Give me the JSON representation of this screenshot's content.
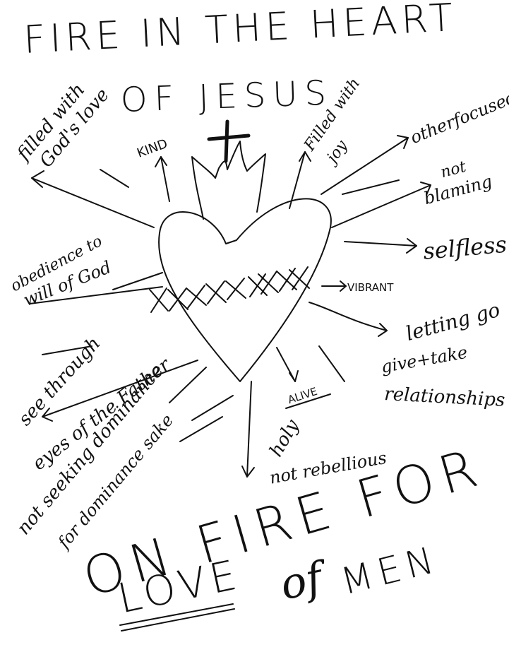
{
  "title": {
    "line1": "FIRE   IN   THE  HEART",
    "line2": "OF  JESUS"
  },
  "labels": {
    "filled_gods_love": [
      "filled with",
      "God's love"
    ],
    "kind": "KIND",
    "filled_joy": [
      "Filled with",
      "joy"
    ],
    "other_focused": "otherfocused",
    "not_blaming": [
      "not",
      "blaming"
    ],
    "selfless": "selfless",
    "obedience": [
      "obedience to",
      "will of God"
    ],
    "vibrant": "VIBRANT",
    "letting_go": [
      "letting go",
      "give+take",
      "relationships"
    ],
    "alive": "ALIVE",
    "see_through": [
      "see through",
      "eyes of the Father"
    ],
    "not_seeking": [
      "not seeking dominance",
      "for dominance sake"
    ],
    "holy": [
      "holy",
      "not rebellious"
    ]
  },
  "bottom": {
    "line1": "ON  FIRE  FOR",
    "love": "LOVE",
    "of": "of",
    "men": "MEN"
  },
  "colors": {
    "ink": "#111111",
    "paper": "#ffffff"
  }
}
